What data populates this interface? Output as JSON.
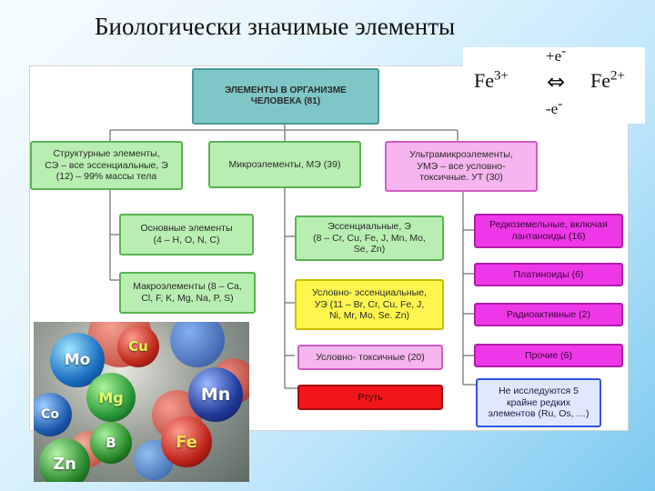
{
  "title": "Биологически значимые элементы",
  "fe": {
    "left": "Fe",
    "left_sup": "3+",
    "right": "Fe",
    "right_sup": "2+",
    "top": "+e",
    "top_sup": "-",
    "bottom": "-e",
    "bottom_sup": "-",
    "arrow": "⇔"
  },
  "boxes": {
    "root": "ЭЛЕМЕНТЫ В ОРГАНИЗМЕ\nЧЕЛОВЕКА (81)",
    "structural": "Структурные элементы,\nСЭ – все эссенциальные, Э\n(12) – 99% массы тела",
    "micro": "Микроэлементы, МЭ (39)",
    "ultra": "Ультрамикроэлементы,\nУМЭ – все условно-\nтоксичные. УТ (30)",
    "basic": "Основные элементы\n(4 – H, O, N, C)",
    "macro": "Макроэлементы (8 – Ca,\nCl, F, K, Mg, Na, P, S)",
    "essential": "Эссенциальные, Э\n(8 – Cr, Cu, Fe, J, Mn, Mo,\nSe, Zn)",
    "cond_essential": "Условно- эссенциальные,\nУЭ (11 – Br, Cr, Cu, Fe, J,\nNi, Mr, Mo, Se. Zn)",
    "cond_toxic": "Условно- токсичные (20)",
    "mercury": "Ртуть",
    "rare_earth": "Редкоземельные, включая\nлантаноиды (16)",
    "platinoids": "Платиноиды (6)",
    "radioactive": "Радиоактивные (2)",
    "others": "Прочие (6)",
    "not_studied": "Не исследуются 5\nкрайне редких\nэлементов (Ru, Os, …)"
  },
  "photo_balls": [
    "Mo",
    "Cu",
    "Mg",
    "Mn",
    "Co",
    "B",
    "Fe",
    "Zn"
  ],
  "colors": {
    "teal": "#7fc6c6",
    "green": "#b9eeb2",
    "pink": "#f6b5ee",
    "magenta": "#ee38e8",
    "yellow": "#fff64d",
    "red": "#f2161b",
    "blue_border": "#2f55e0"
  }
}
